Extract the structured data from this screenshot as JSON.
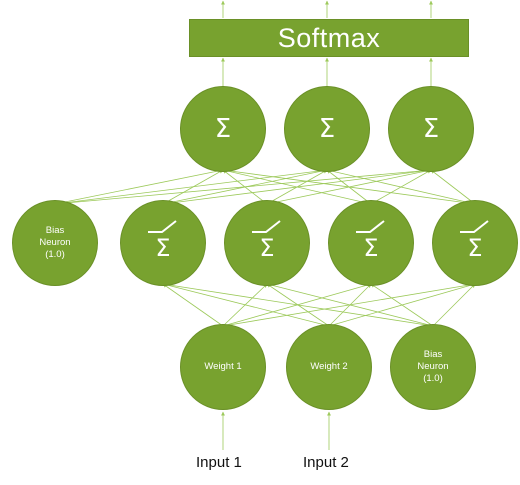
{
  "softmax": {
    "label": "Softmax"
  },
  "output_layer": [
    {
      "symbol": "Σ"
    },
    {
      "symbol": "Σ"
    },
    {
      "symbol": "Σ"
    }
  ],
  "hidden_layer": {
    "bias": {
      "line1": "Bias",
      "line2": "Neuron",
      "line3": "(1.0)"
    },
    "neurons": [
      {
        "symbol": "Σ",
        "activation_icon": "relu-icon"
      },
      {
        "symbol": "Σ",
        "activation_icon": "relu-icon"
      },
      {
        "symbol": "Σ",
        "activation_icon": "relu-icon"
      },
      {
        "symbol": "Σ",
        "activation_icon": "relu-icon"
      }
    ]
  },
  "input_layer": {
    "weights": [
      {
        "label": "Weight 1"
      },
      {
        "label": "Weight 2"
      }
    ],
    "bias": {
      "line1": "Bias",
      "line2": "Neuron",
      "line3": "(1.0)"
    }
  },
  "inputs": [
    {
      "label": "Input 1"
    },
    {
      "label": "Input 2"
    }
  ],
  "colors": {
    "node_fill": "#78a22f",
    "connection_line": "#9cc95a",
    "text": "#ffffff"
  }
}
